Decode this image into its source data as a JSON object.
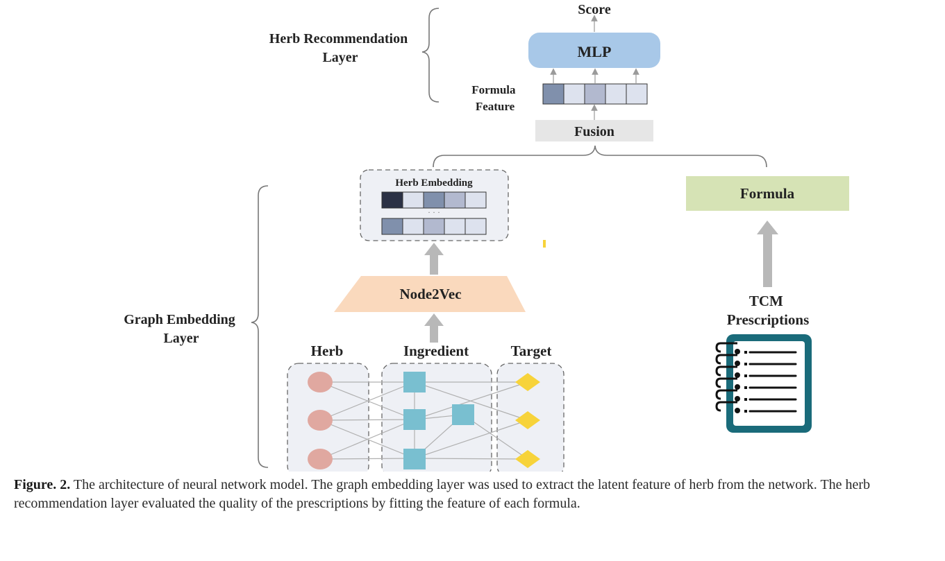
{
  "labels": {
    "score": "Score",
    "mlp": "MLP",
    "herb_rec_layer": [
      "Herb Recommendation",
      "Layer"
    ],
    "formula_feature": [
      "Formula",
      "Feature"
    ],
    "fusion": "Fusion",
    "herb_embedding": "Herb Embedding",
    "ellipsis": "· · ·",
    "formula": "Formula",
    "node2vec": "Node2Vec",
    "graph_embed_layer": [
      "Graph Embedding",
      "Layer"
    ],
    "tcm": [
      "TCM",
      "Prescriptions"
    ],
    "herb": "Herb",
    "ingredient": "Ingredient",
    "target": "Target"
  },
  "colors": {
    "mlp_fill": "#a8c8e8",
    "fusion_fill": "#e6e6e6",
    "formula_fill": "#d6e3b5",
    "node2vec_fill": "#fad9bd",
    "herb_node": "#e0a8a0",
    "ingredient_node": "#79bfd0",
    "target_node": "#f7d33a",
    "group_bg": "#eef0f5",
    "arrow": "#b8b8b8",
    "notebook": "#1a6b7a"
  },
  "icons": [
    "notebook-icon"
  ],
  "caption": {
    "label": "Figure. 2.",
    "text": " The architecture of neural network model. The graph embedding layer was used to extract the latent feature of herb from the network. The herb recommendation layer evaluated the quality of the prescriptions by fitting the feature of each formula."
  }
}
